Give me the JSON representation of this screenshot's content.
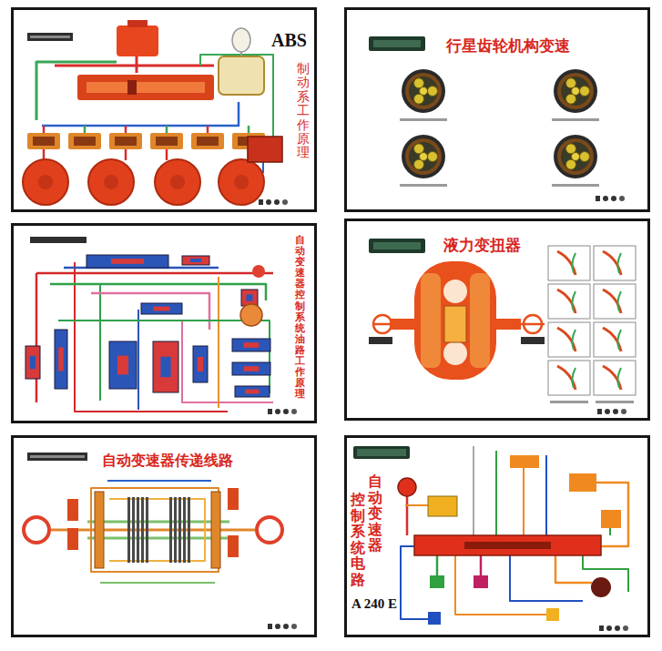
{
  "diagram": {
    "nodes": [
      {
        "text": [
          "ABS",
          "制动系工作原理"
        ]
      },
      {
        "text": [
          "行星齿轮机构变速"
        ]
      },
      {
        "text": [
          "自动变速器控制系统油路工作原理"
        ]
      },
      {
        "text": [
          "液力变扭器"
        ]
      },
      {
        "text": [
          "自动变速器传递线路"
        ]
      },
      {
        "text": [
          "自动变速器",
          "控制系统电路"
        ]
      }
    ],
    "labels": [
      "A 240 E"
    ]
  }
}
